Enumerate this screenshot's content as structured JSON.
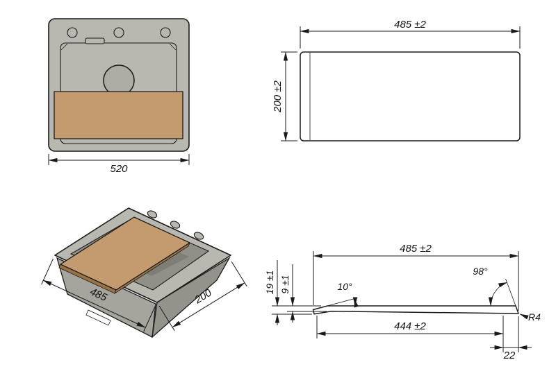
{
  "drawing": {
    "front_view": {
      "width": "520"
    },
    "top_view": {
      "length": "485 ±2",
      "width": "200 ±2"
    },
    "iso_view": {
      "length": "485",
      "depth": "200"
    },
    "section_view": {
      "overall_length": "485 ±2",
      "flat_length": "444 ±2",
      "total_height": "19 ±1",
      "board_thickness": "9 ±1",
      "lip_angle": "10°",
      "end_angle": "98°",
      "corner_radius": "R4",
      "end_width": "22"
    },
    "colors": {
      "board": "#c49b6e",
      "board_edge": "#9a7344",
      "sink": "#b8b7b0",
      "sink_dark": "#908f88",
      "sink_deep": "#7e7d76",
      "line": "#1a1a1a"
    }
  }
}
